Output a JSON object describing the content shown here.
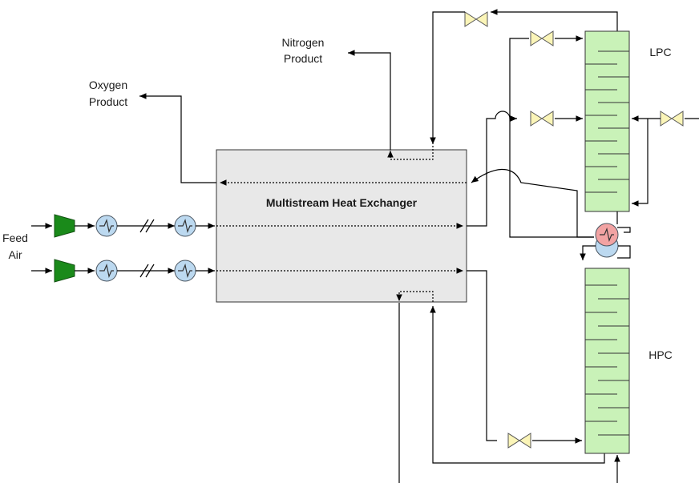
{
  "labels": {
    "nitrogen_1": "Nitrogen",
    "nitrogen_2": "Product",
    "oxygen_1": "Oxygen",
    "oxygen_2": "Product",
    "feed_1": "Feed",
    "feed_2": "Air",
    "exchanger": "Multistream Heat Exchanger",
    "lpc": "LPC",
    "hpc": "HPC"
  },
  "colors": {
    "compressor": "#1a8a1a",
    "cooler": "#bcd9f0",
    "reboiler": "#f2a3a3",
    "column": "#c9f2b8",
    "valve": "#fbf5b8",
    "exchanger": "#e8e8e8"
  }
}
